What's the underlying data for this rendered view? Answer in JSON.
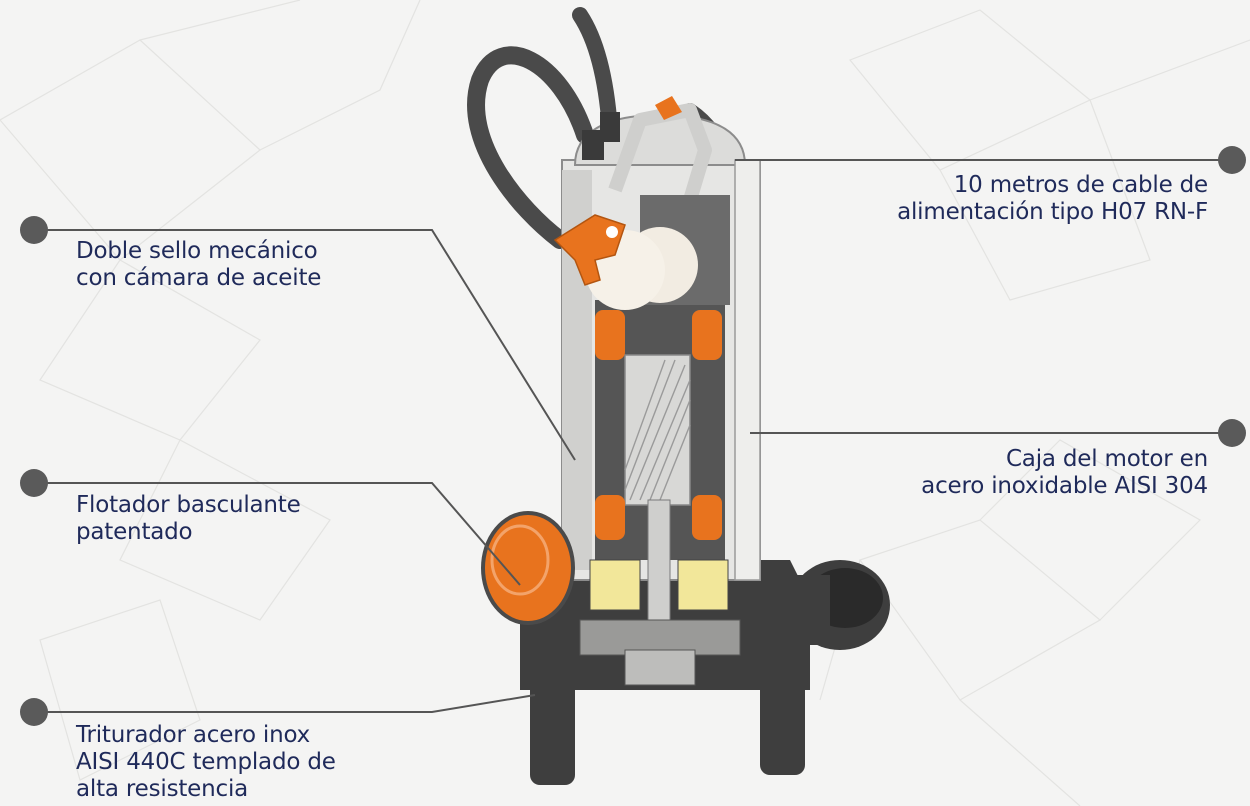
{
  "callouts": {
    "cable": {
      "line1": "10 metros de cable de",
      "line2": "alimentación tipo H07 RN-F"
    },
    "seal": {
      "line1": "Doble sello mecánico",
      "line2": "con cámara de aceite"
    },
    "motor_case": {
      "line1": "Caja del motor en",
      "line2": "acero inoxidable AISI 304"
    },
    "float": {
      "line1": "Flotador basculante",
      "line2": "patentado"
    },
    "grinder": {
      "line1": "Triturador acero inox",
      "line2": "AISI 440C templado de",
      "line3": "alta resistencia"
    }
  },
  "colors": {
    "label_text": "#1f2a5a",
    "leader_line": "#555555",
    "dot": "#5a5a5a",
    "accent_orange": "#e8731e",
    "cast_iron": "#3e3e3e",
    "steel": "#e6e6e4",
    "oil_yellow": "#f2e79a"
  }
}
